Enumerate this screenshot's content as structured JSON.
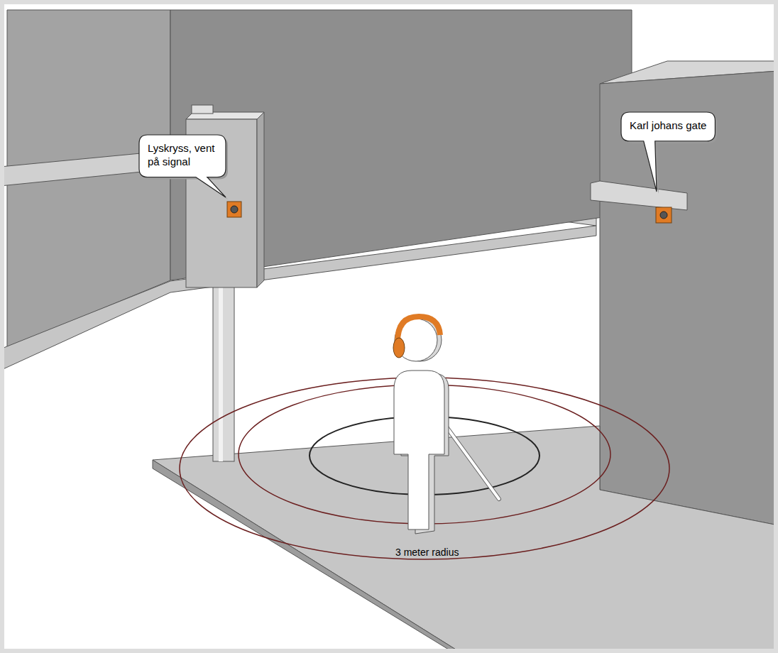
{
  "diagram": {
    "nodes": [
      {
        "text": [
          "Lyskryss, vent på signal"
        ]
      },
      {
        "text": [
          "Karl johans gate"
        ]
      }
    ],
    "labels": [
      "3 meter radius"
    ]
  }
}
